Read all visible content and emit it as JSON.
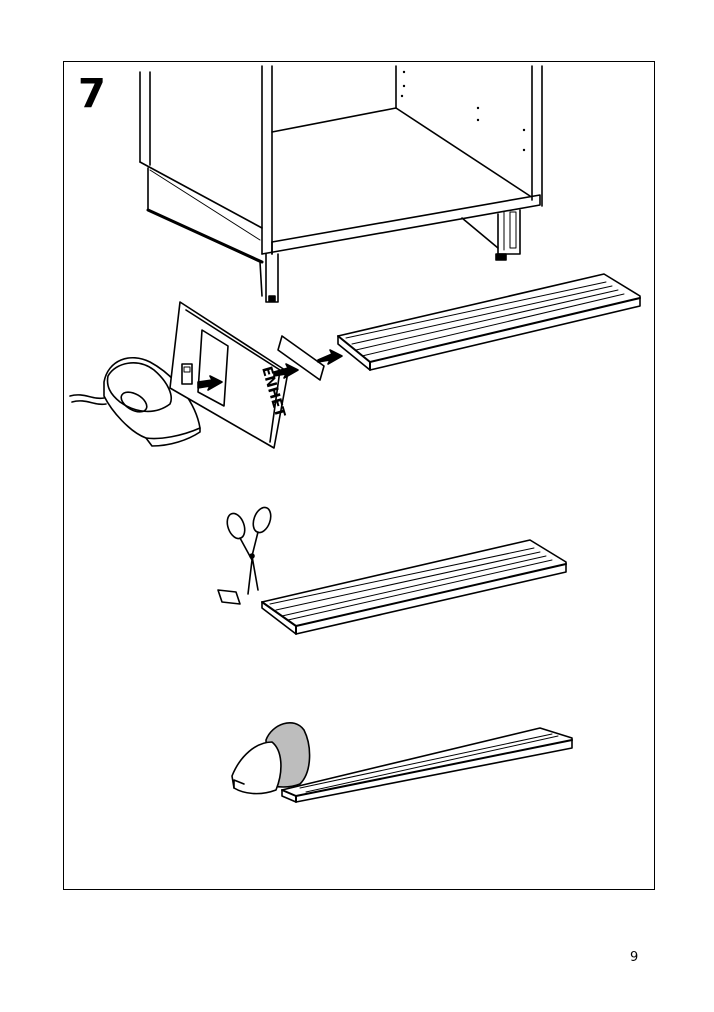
{
  "step": {
    "number": "7"
  },
  "packaging": {
    "label": "ENHET"
  },
  "footer": {
    "page_number": "9"
  },
  "colors": {
    "line": "#000000",
    "fill": "#ffffff",
    "shade": "#bdbdbd"
  }
}
